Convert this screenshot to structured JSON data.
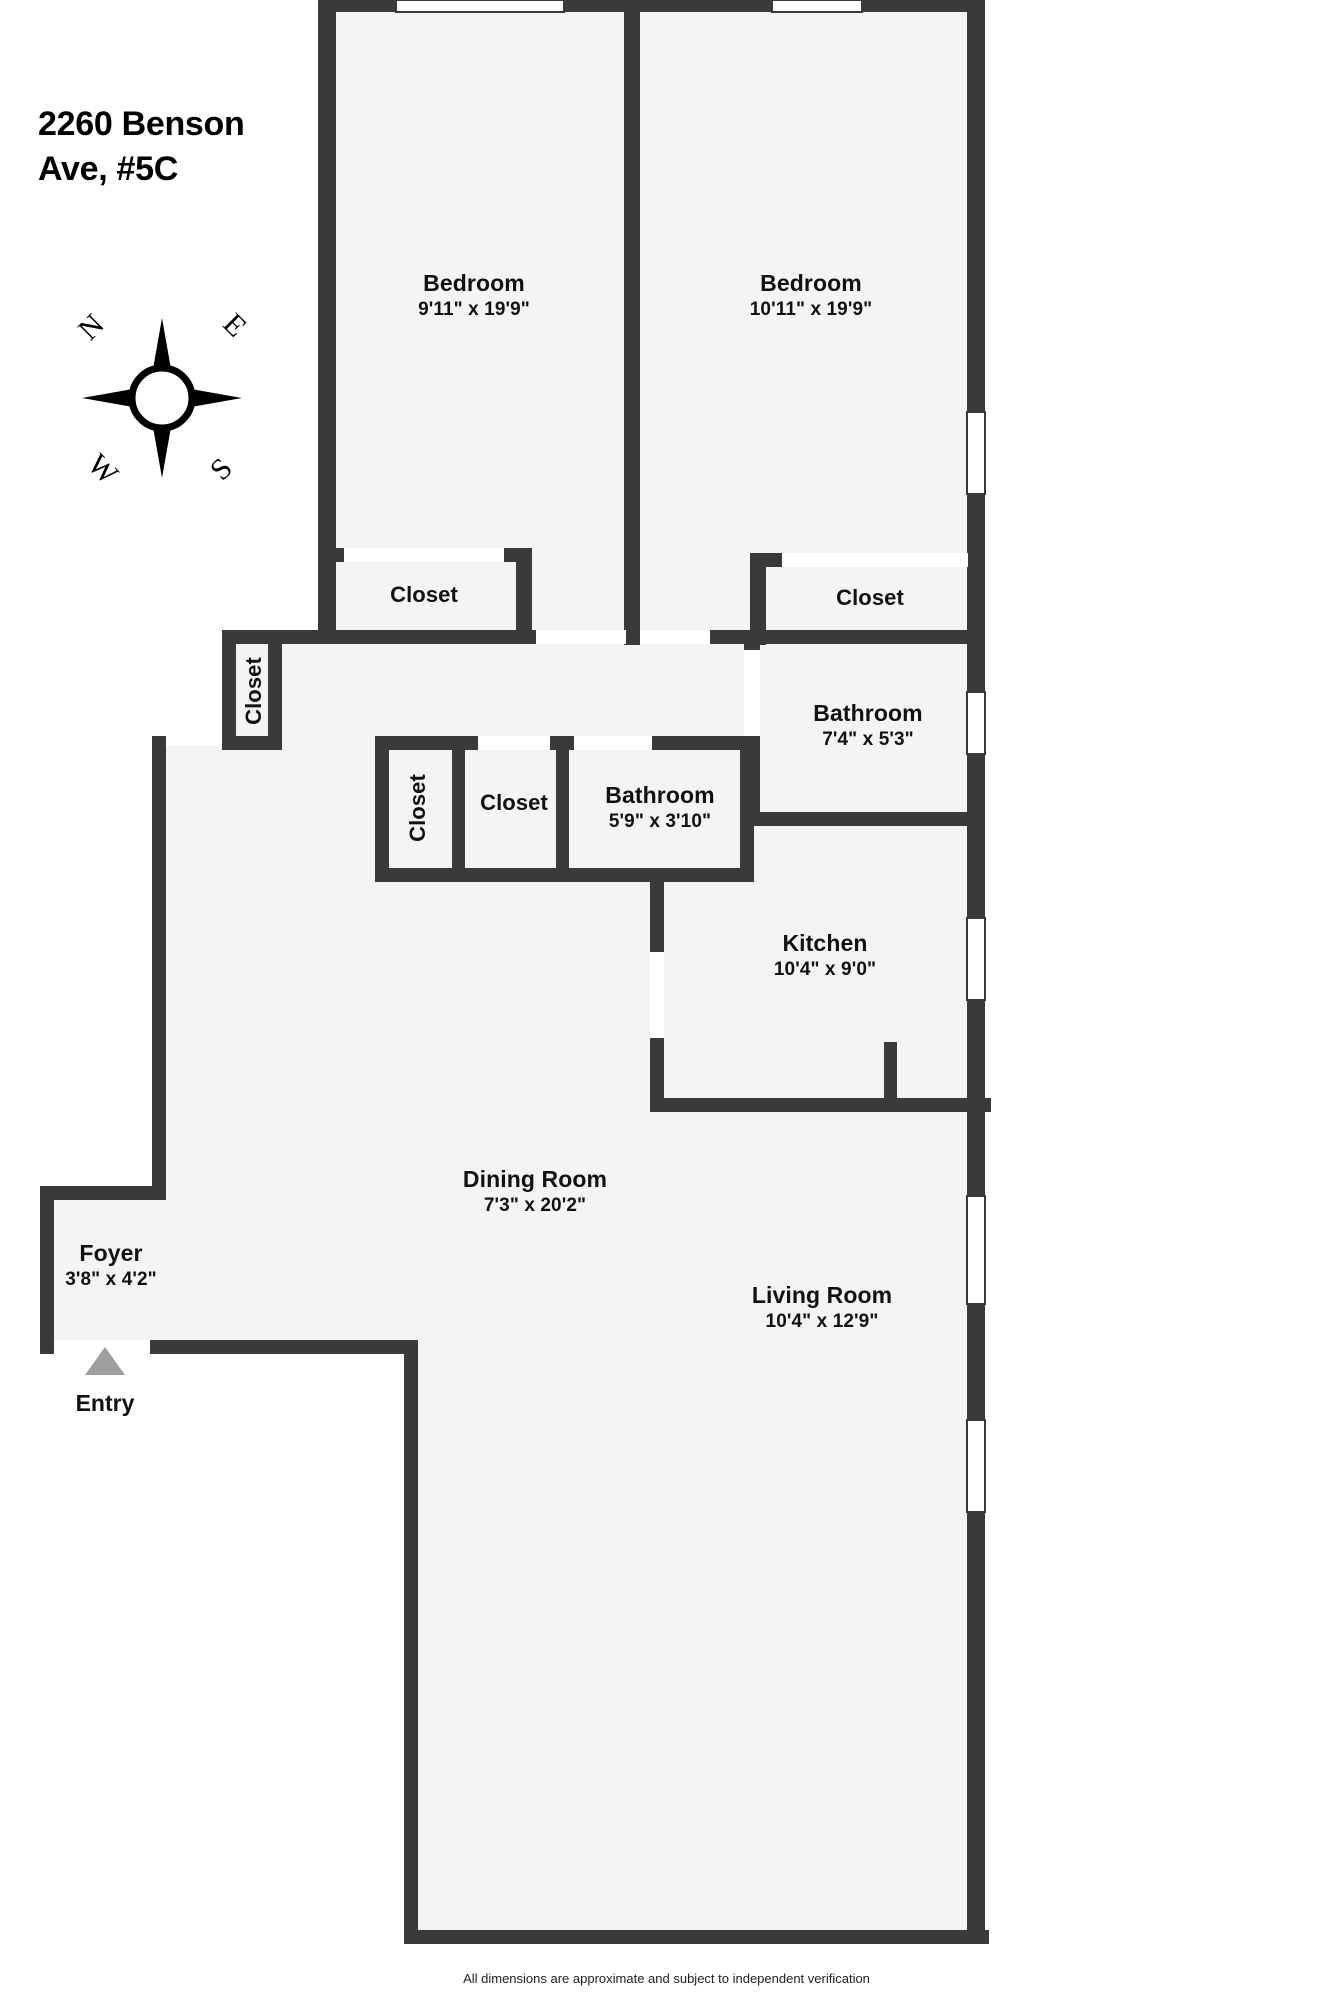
{
  "title": {
    "line1": "2260 Benson",
    "line2": "Ave, #5C"
  },
  "compass": {
    "north": "N",
    "east": "E",
    "south": "S",
    "west": "W"
  },
  "entry": {
    "label": "Entry"
  },
  "footer": {
    "disclaimer": "All dimensions are approximate and subject to independent verification"
  },
  "colors": {
    "wall": "#3a3a3a",
    "room_fill": "#f4f4f4",
    "page_bg": "#ffffff",
    "text": "#111111",
    "entry_arrow": "#9e9e9e"
  },
  "rooms": [
    {
      "name": "Bedroom",
      "dims": "9'11\" x 19'9\""
    },
    {
      "name": "Bedroom",
      "dims": "10'11\" x 19'9\""
    },
    {
      "name": "Closet",
      "dims": ""
    },
    {
      "name": "Closet",
      "dims": ""
    },
    {
      "name": "Closet",
      "dims": ""
    },
    {
      "name": "Closet",
      "dims": ""
    },
    {
      "name": "Closet",
      "dims": ""
    },
    {
      "name": "Bathroom",
      "dims": "7'4\" x 5'3\""
    },
    {
      "name": "Bathroom",
      "dims": "5'9\" x 3'10\""
    },
    {
      "name": "Kitchen",
      "dims": "10'4\" x 9'0\""
    },
    {
      "name": "Dining Room",
      "dims": "7'3\" x 20'2\""
    },
    {
      "name": "Living Room",
      "dims": "10'4\" x 12'9\""
    },
    {
      "name": "Foyer",
      "dims": "3'8\" x 4'2\""
    }
  ]
}
